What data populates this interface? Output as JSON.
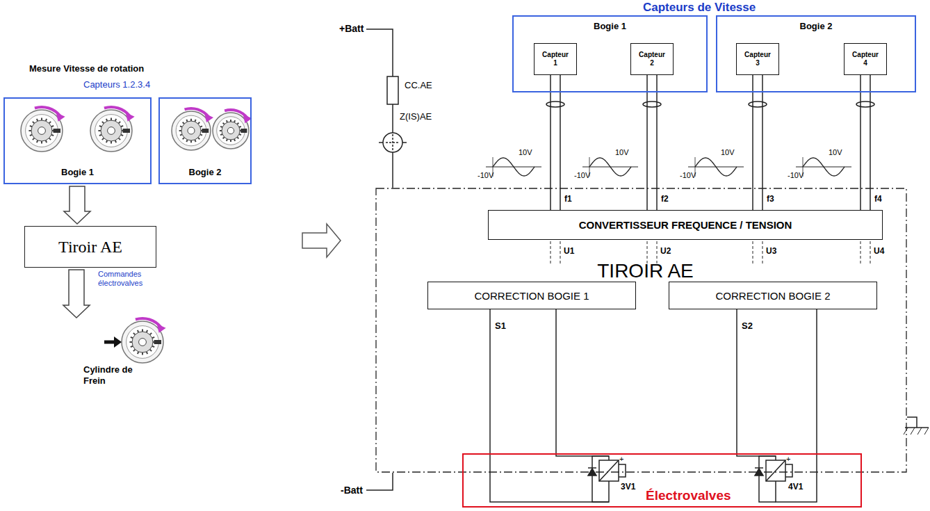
{
  "diagram": {
    "nodes": [
      {
        "text": [
          "Bogie 1"
        ]
      },
      {
        "text": [
          "Bogie 2"
        ]
      },
      {
        "text": [
          "Tiroir AE"
        ]
      },
      {
        "text": [
          "Cylindre de Frein"
        ]
      },
      {
        "text": [
          "Bogie 1"
        ]
      },
      {
        "text": [
          "Capteur 1"
        ],
        "in": 4
      },
      {
        "text": [
          "Capteur 2"
        ],
        "in": 4
      },
      {
        "text": [
          "Bogie 2"
        ]
      },
      {
        "text": [
          "Capteur 3"
        ],
        "in": 7
      },
      {
        "text": [
          "Capteur 4"
        ],
        "in": 7
      },
      {
        "text": [
          "TIROIR AE"
        ]
      },
      {
        "text": [
          "CONVERTISSEUR FREQUENCE / TENSION"
        ],
        "in": 10
      },
      {
        "text": [
          "CORRECTION BOGIE 1"
        ],
        "in": 10
      },
      {
        "text": [
          "CORRECTION BOGIE 2"
        ],
        "in": 10
      },
      {
        "text": [
          "Électrovalves"
        ]
      }
    ],
    "edges": [
      {
        "from": 0,
        "to": 2,
        "arrow": "to"
      },
      {
        "from": 2,
        "to": 3,
        "label": "Commandes électrovalves",
        "arrow": "to"
      },
      {
        "from": 5,
        "to": 11,
        "label": "f1",
        "arrow": "none"
      },
      {
        "from": 6,
        "to": 11,
        "label": "f2",
        "arrow": "none"
      },
      {
        "from": 8,
        "to": 11,
        "label": "f3",
        "arrow": "none"
      },
      {
        "from": 9,
        "to": 11,
        "label": "f4",
        "arrow": "none"
      },
      {
        "from": 12,
        "to": 14,
        "label": "S1",
        "arrow": "none"
      },
      {
        "from": 13,
        "to": 14,
        "label": "S2",
        "arrow": "none"
      }
    ],
    "labels": [
      "Mesure Vitesse de rotation",
      "Capteurs 1.2.3.4",
      "+Batt",
      "CC.AE",
      "Z(IS)AE",
      "-Batt",
      "Capteurs de Vitesse",
      "10V",
      "-10V",
      "10V",
      "-10V",
      "10V",
      "-10V",
      "10V",
      "-10V",
      "U1",
      "U2",
      "U3",
      "U4",
      "3V1",
      "4V1",
      "+",
      "+"
    ]
  }
}
